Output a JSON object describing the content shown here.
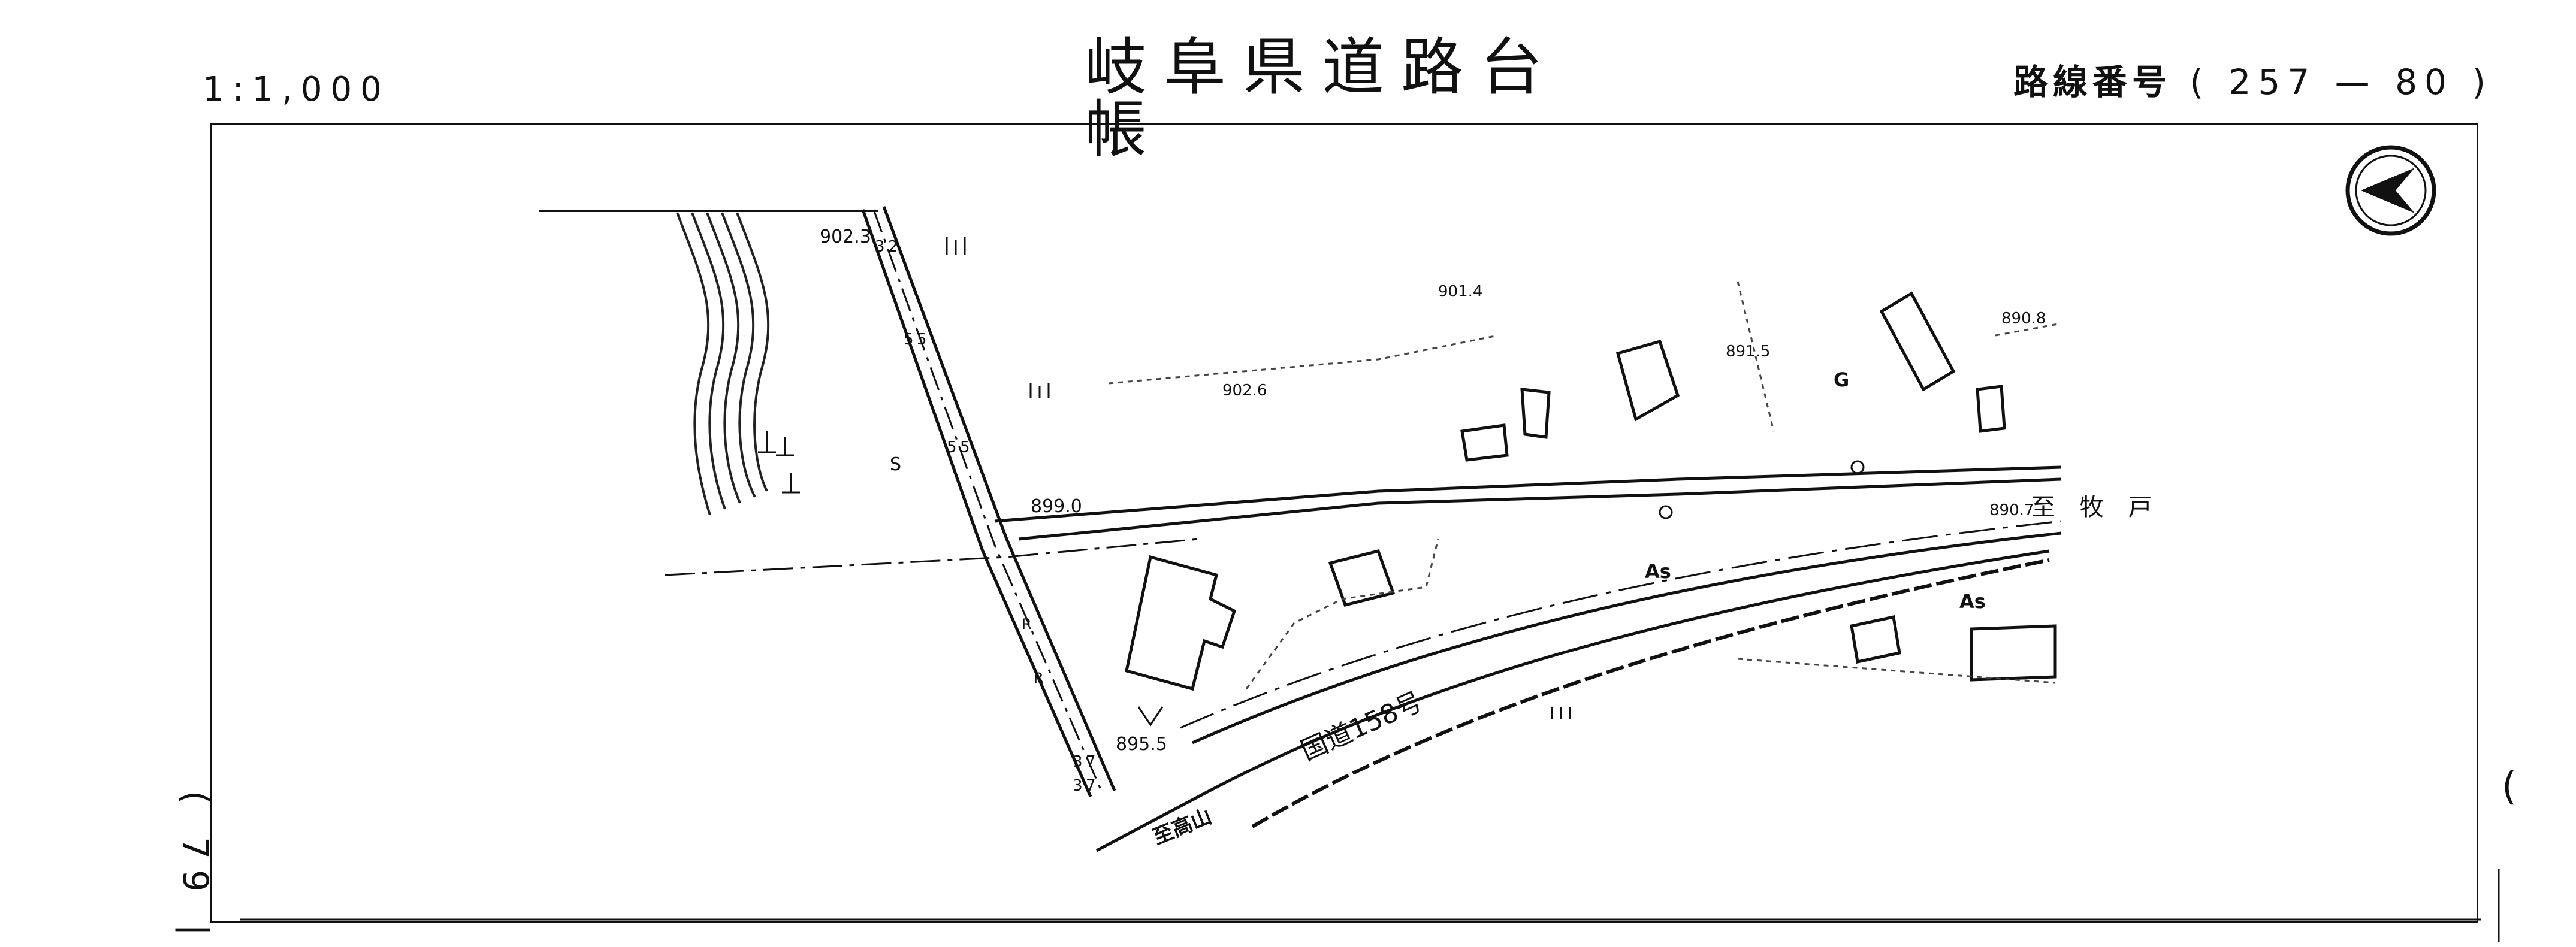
{
  "header": {
    "title": "岐阜県道路台帳",
    "scale": "1:1,000",
    "route_label": "路線番号",
    "route_number": "( 257 — 80 )"
  },
  "side": {
    "left_sheet": "( 79 |",
    "right_mark": "("
  },
  "map": {
    "elevations": [
      "902.3",
      "901.4",
      "891.5",
      "890.8",
      "902.6",
      "899.0",
      "890.7",
      "895.5"
    ],
    "place_to_makido": "至 牧 戸",
    "place_to_takayama": "至高山",
    "road_name": "国道158号",
    "surface_as_1": "As",
    "surface_as_2": "As",
    "surface_g": "G",
    "surface_s": "S",
    "post_marks": [
      "3",
      "2",
      "5",
      "5",
      "5",
      "5",
      "3",
      "7",
      "3",
      "7",
      "R",
      "R"
    ]
  },
  "icons": {
    "north_arrow": "north-arrow-icon"
  }
}
